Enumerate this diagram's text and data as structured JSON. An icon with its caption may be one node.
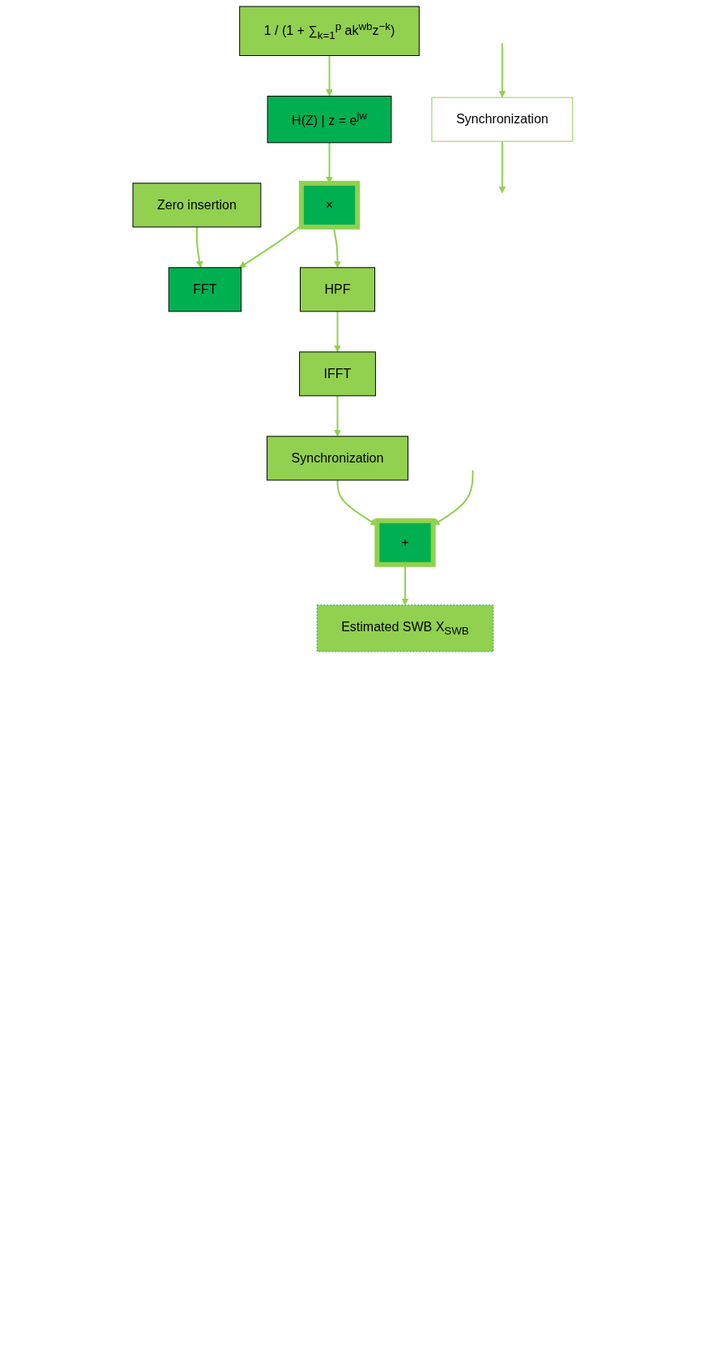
{
  "diagram": {
    "nodes": [
      {
        "text": [
          "1 / (1 + ∑$_{k=1}$$^{p}$ ak$^{wb}$z$^{−k}$)"
        ]
      },
      {
        "text": [
          "Zero insertion"
        ]
      },
      {
        "text": [
          "Synchronization"
        ]
      },
      {
        "text": [
          "H(Z) | z = e$^{jw}$"
        ]
      },
      {
        "text": [
          "FFT"
        ]
      },
      {
        "text": [
          "×"
        ]
      },
      {
        "text": [
          "HPF"
        ]
      },
      {
        "text": [
          "IFFT"
        ]
      },
      {
        "text": [
          "Synchronization"
        ]
      },
      {
        "text": [
          "+"
        ]
      },
      {
        "text": [
          "Estimated SWB X$_{SWB}$"
        ]
      }
    ],
    "edges": [
      {
        "from": null,
        "to": 2,
        "arrow": "to"
      },
      {
        "from": 0,
        "to": 3,
        "arrow": "to"
      },
      {
        "from": 1,
        "to": 4,
        "arrow": "to"
      },
      {
        "from": 3,
        "to": 5,
        "arrow": "to"
      },
      {
        "from": 5,
        "to": 4,
        "arrow": "to"
      },
      {
        "from": 5,
        "to": 6,
        "arrow": "to"
      },
      {
        "from": 6,
        "to": 7,
        "arrow": "to"
      },
      {
        "from": 7,
        "to": 8,
        "arrow": "to"
      },
      {
        "from": 8,
        "to": 9,
        "arrow": "to"
      },
      {
        "from": 2,
        "to": null,
        "arrow": "to"
      },
      {
        "from": null,
        "to": 9,
        "arrow": "to"
      },
      {
        "from": 9,
        "to": 10,
        "arrow": "to"
      }
    ]
  }
}
